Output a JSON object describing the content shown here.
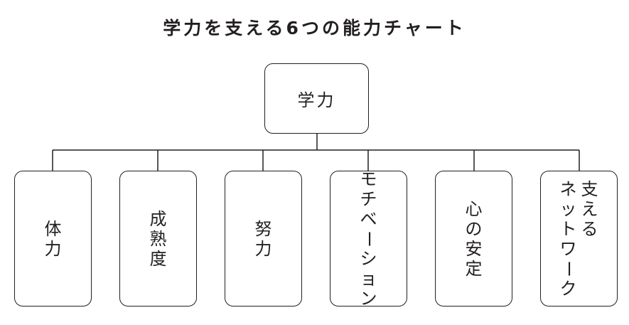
{
  "title": "学力を支える6つの能力チャート",
  "root": {
    "label": "学力"
  },
  "children": [
    {
      "id": "stamina",
      "columns": [
        "体力"
      ]
    },
    {
      "id": "maturity",
      "columns": [
        "成熟度"
      ]
    },
    {
      "id": "effort",
      "columns": [
        "努力"
      ]
    },
    {
      "id": "motivation",
      "columns": [
        "モチベーション"
      ]
    },
    {
      "id": "stability",
      "columns": [
        "心の安定"
      ]
    },
    {
      "id": "network",
      "columns": [
        "支える",
        "ネットワーク"
      ]
    }
  ],
  "colors": {
    "line": "#231f20",
    "background": "#ffffff"
  }
}
